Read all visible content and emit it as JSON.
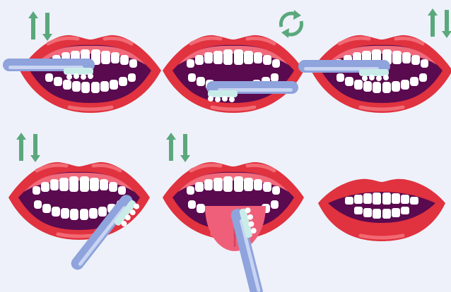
{
  "colors": {
    "background": "#eef1f9",
    "lip": "#e0323f",
    "lip_dark": "#b81d2b",
    "lip_highlight": "#f26a73",
    "mouth_interior": "#5a0a4f",
    "gum": "#f06a7c",
    "tooth": "#ffffff",
    "tongue": "#ef5f7a",
    "brush_handle": "#8fa3dc",
    "brush_handle_light": "#c8d4f2",
    "bristles": "#c9ece9",
    "arrow_green": "#5aa87c"
  },
  "steps": [
    {
      "icon": "up-down-arrows-icon",
      "brush": "outer-upper-left"
    },
    {
      "icon": "rotate-arrows-icon",
      "brush": "outer-lower-front"
    },
    {
      "icon": "up-down-arrows-icon",
      "brush": "outer-upper-right"
    },
    {
      "icon": "up-down-arrows-icon",
      "brush": "inner-lower-right"
    },
    {
      "icon": "up-down-arrows-icon",
      "brush": "tongue"
    },
    {
      "icon": "none",
      "brush": "none"
    }
  ]
}
